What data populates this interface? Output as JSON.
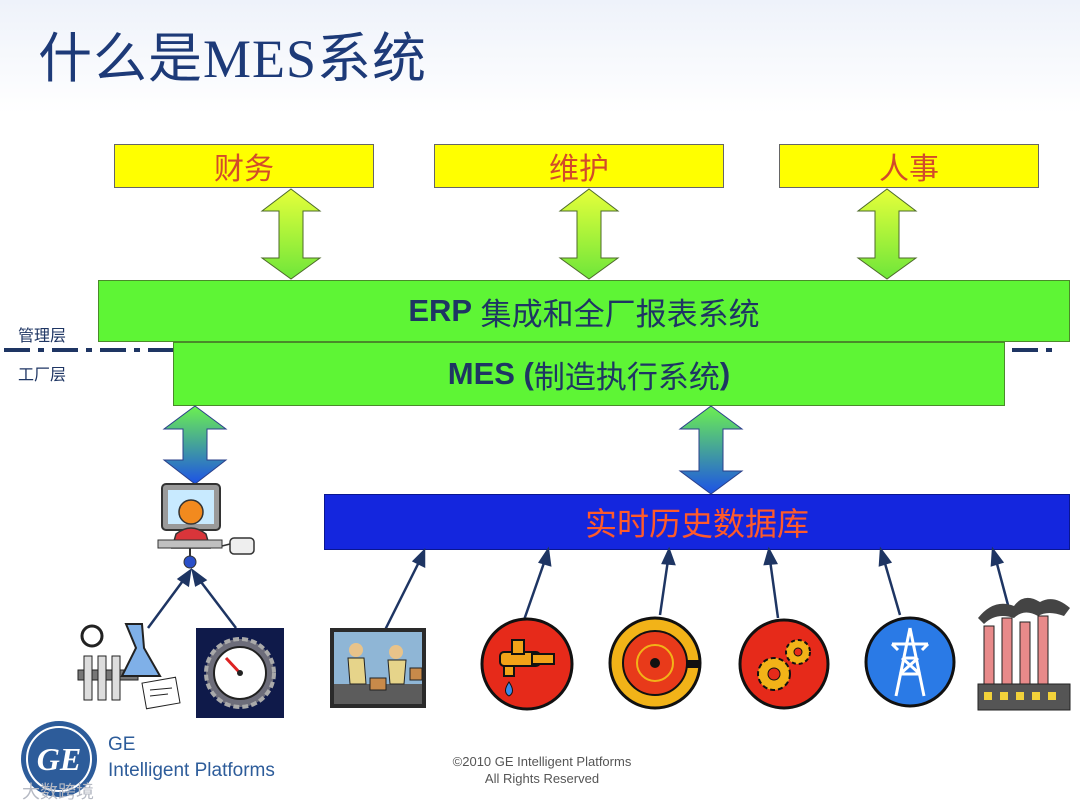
{
  "title": "什么是MES系统",
  "top_boxes": [
    {
      "label": "财务"
    },
    {
      "label": "维护"
    },
    {
      "label": "人事"
    }
  ],
  "erp": {
    "prefix": "ERP",
    "label": " 集成和全厂报表系统"
  },
  "mes": {
    "prefix": "MES (",
    "label": "制造执行系统",
    "suffix": ")"
  },
  "layers": {
    "management": "管理层",
    "factory": "工厂层"
  },
  "database": {
    "label": "实时历史数据库"
  },
  "icons": [
    {
      "name": "lab-equipment-icon"
    },
    {
      "name": "gauge-icon"
    },
    {
      "name": "workers-icon"
    },
    {
      "name": "water-tap-icon"
    },
    {
      "name": "bell-icon"
    },
    {
      "name": "gears-icon"
    },
    {
      "name": "power-tower-icon"
    },
    {
      "name": "factory-icon"
    },
    {
      "name": "operator-computer-icon"
    }
  ],
  "footer": {
    "brand_line1": "GE",
    "brand_line2": "Intelligent Platforms",
    "copyright_line1": "©2010 GE Intelligent Platforms",
    "copyright_line2": "All Rights Reserved",
    "watermark": "大数跨境"
  },
  "colors": {
    "title": "#1d3a78",
    "yellow_box": "#ffff00",
    "green_box": "#5ef535",
    "database_box": "#1426de",
    "box_text_red": "#d24b2a"
  }
}
